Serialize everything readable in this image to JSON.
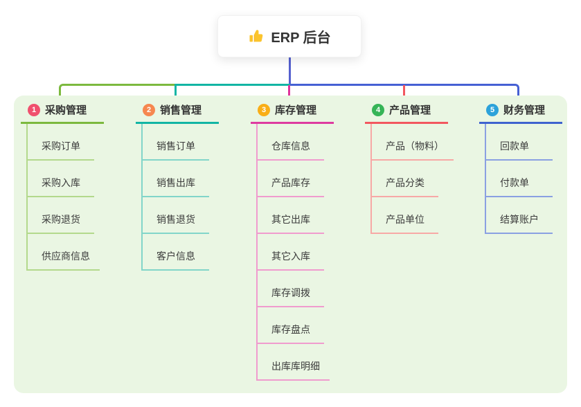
{
  "root": {
    "title": "ERP 后台",
    "icon": "thumbs-up-icon",
    "icon_color": "#FBC42D"
  },
  "panel": {
    "background": "#eaf6e3"
  },
  "connectors": {
    "trunk_color": "#5560cf",
    "bus_left_color": "#7cb93e",
    "bus_mid_color": "#12b5a4",
    "bus_right_color": "#4660d4",
    "drop_center_color": "#e0339c",
    "drop_product_color": "#f2575f"
  },
  "branches": [
    {
      "number": "1",
      "label": "采购管理",
      "badge_color": "#f0506e",
      "line_color": "#7cb93e",
      "child_line_color": "#b3d98c",
      "items": [
        "采购订单",
        "采购入库",
        "采购退货",
        "供应商信息"
      ]
    },
    {
      "number": "2",
      "label": "销售管理",
      "badge_color": "#f6874f",
      "line_color": "#12b5a4",
      "child_line_color": "#82d5c9",
      "items": [
        "销售订单",
        "销售出库",
        "销售退货",
        "客户信息"
      ]
    },
    {
      "number": "3",
      "label": "库存管理",
      "badge_color": "#f9ae17",
      "line_color": "#de3ba0",
      "child_line_color": "#f09bce",
      "items": [
        "仓库信息",
        "产品库存",
        "其它出库",
        "其它入库",
        "库存调拨",
        "库存盘点",
        "出库库明细"
      ]
    },
    {
      "number": "4",
      "label": "产品管理",
      "badge_color": "#36b457",
      "line_color": "#f2575f",
      "child_line_color": "#f7a8a6",
      "items": [
        "产品（物料）",
        "产品分类",
        "产品单位"
      ]
    },
    {
      "number": "5",
      "label": "财务管理",
      "badge_color": "#2ca2da",
      "line_color": "#3f63cf",
      "child_line_color": "#8aa0e2",
      "items": [
        "回款单",
        "付款单",
        "结算账户"
      ]
    }
  ]
}
